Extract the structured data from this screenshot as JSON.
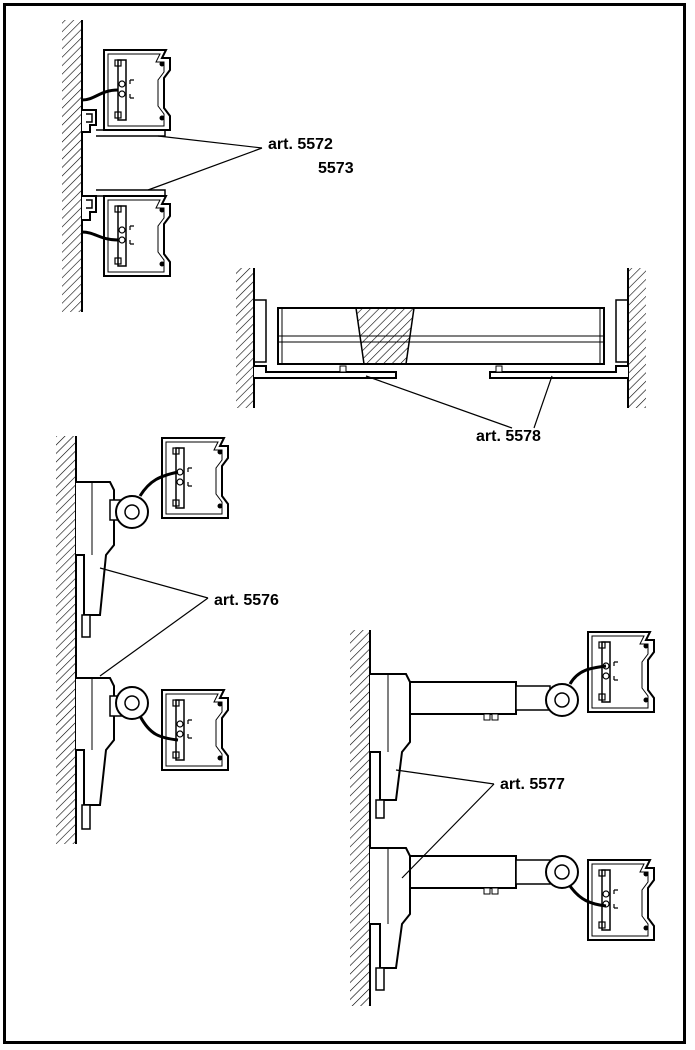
{
  "colors": {
    "line": "#000000",
    "paper": "#ffffff",
    "hatch": "#000000"
  },
  "labels": {
    "art_5572": "art. 5572",
    "art_5573": "5573",
    "art_5578": "art. 5578",
    "art_5576": "art. 5576",
    "art_5577": "art. 5577"
  }
}
